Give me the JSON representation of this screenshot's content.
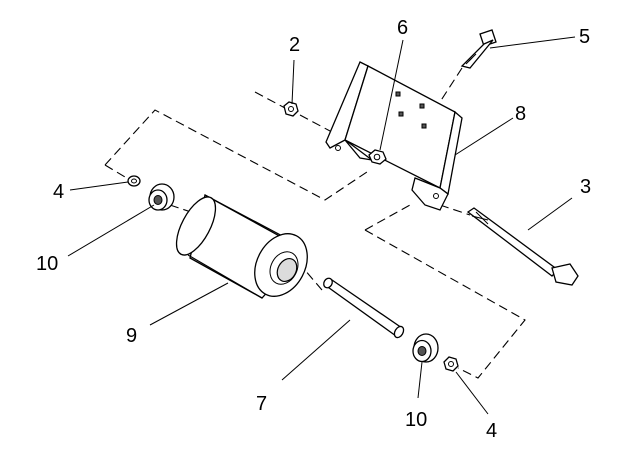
{
  "callouts": [
    {
      "id": "part-2",
      "text": "2"
    },
    {
      "id": "part-6",
      "text": "6"
    },
    {
      "id": "part-5",
      "text": "5"
    },
    {
      "id": "part-8",
      "text": "8"
    },
    {
      "id": "part-3",
      "text": "3"
    },
    {
      "id": "part-4-left",
      "text": "4"
    },
    {
      "id": "part-10-left",
      "text": "10"
    },
    {
      "id": "part-9",
      "text": "9"
    },
    {
      "id": "part-7",
      "text": "7"
    },
    {
      "id": "part-10-right",
      "text": "10"
    },
    {
      "id": "part-4-right",
      "text": "4"
    }
  ]
}
